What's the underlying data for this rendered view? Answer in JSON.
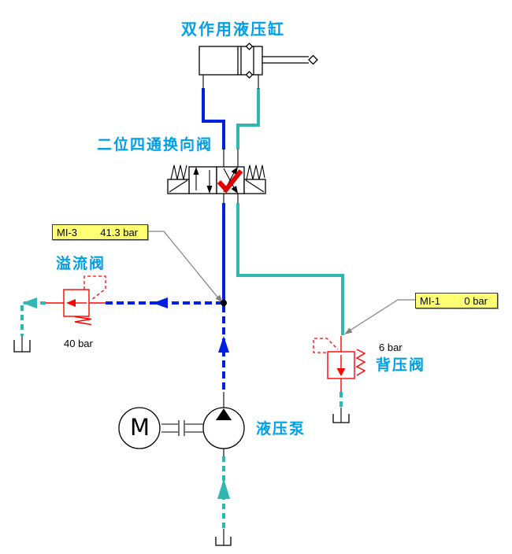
{
  "colors": {
    "pressure_line": "#0020DD",
    "suction_line": "#30B8B0",
    "component_red": "#FF0000",
    "check_red": "#E00000",
    "label_text": "#009FE8",
    "gauge_bg": "#FFFF73",
    "leader_gray": "#808080"
  },
  "labels": {
    "cylinder": "双作用液压缸",
    "directional_valve": "二位四通换向阀",
    "relief_valve": "溢流阀",
    "relief_setting": "40 bar",
    "back_pressure_valve": "背压阀",
    "back_pressure_setting": "6 bar",
    "pump": "液压泵",
    "motor": "M"
  },
  "gauges": [
    {
      "id": "MI-3",
      "value": "41.3 bar"
    },
    {
      "id": "MI-1",
      "value": "0 bar"
    }
  ]
}
